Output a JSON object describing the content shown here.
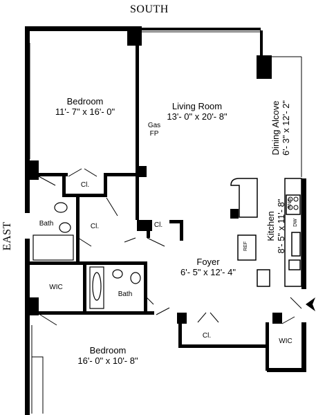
{
  "orientation": {
    "top": "SOUTH",
    "left": "EAST"
  },
  "rooms": {
    "bedroom_upper": {
      "name": "Bedroom",
      "size": "11'- 7\" x 16'- 0\""
    },
    "living_room": {
      "name": "Living Room",
      "size": "13'- 0\" x 20'- 8\""
    },
    "dining_alcove": {
      "name": "Dining Alcove",
      "size": "6'- 3\" x 12'- 2\""
    },
    "kitchen": {
      "name": "Kitchen",
      "size": "8'- 5\" x 11'- 8\""
    },
    "foyer": {
      "name": "Foyer",
      "size": "6'- 5\" x 12'- 4\""
    },
    "bedroom_lower": {
      "name": "Bedroom",
      "size": "16'- 0\" x 10'- 8\""
    }
  },
  "fixtures": {
    "fireplace_line1": "Gas",
    "fireplace_line2": "FP",
    "bath_upper": "Bath",
    "bath_lower": "Bath",
    "closet_bedroom": "Cl.",
    "closet_bath": "Cl.",
    "closet_living": "Cl.",
    "closet_foyer": "Cl.",
    "wic_left": "WIC",
    "wic_right": "WIC",
    "refrigerator": "REF",
    "range": "RNG",
    "dishwasher": "DW"
  }
}
